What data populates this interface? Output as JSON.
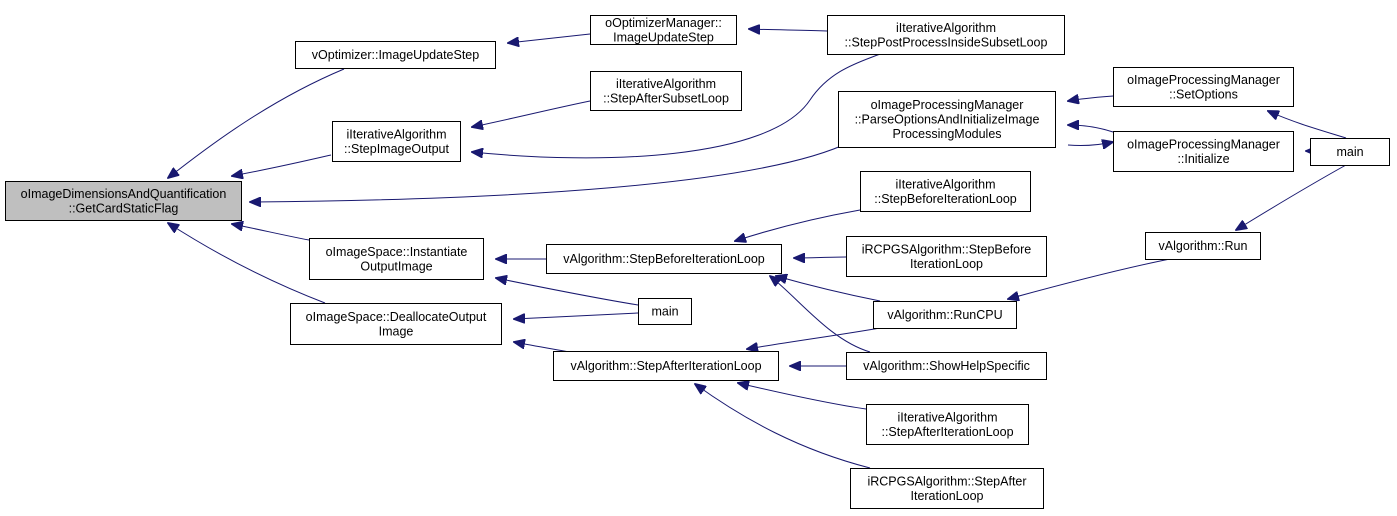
{
  "colors": {
    "edge": "#191970",
    "node_border": "#000000",
    "node_fill": "#ffffff",
    "focus_fill": "#bfbfbf"
  },
  "nodes": {
    "root": {
      "lines": [
        "oImageDimensionsAndQuantification",
        "::GetCardStaticFlag"
      ],
      "focus": true
    },
    "vopt_ius": {
      "lines": [
        "vOptimizer::ImageUpdateStep"
      ]
    },
    "oopt_ius": {
      "lines": [
        "oOptimizerManager::",
        "ImageUpdateStep"
      ]
    },
    "iter_sppisl": {
      "lines": [
        "iIterativeAlgorithm",
        "::StepPostProcessInsideSubsetLoop"
      ]
    },
    "iter_sio": {
      "lines": [
        "iIterativeAlgorithm",
        "::StepImageOutput"
      ]
    },
    "iter_sasl": {
      "lines": [
        "iIterativeAlgorithm",
        "::StepAfterSubsetLoop"
      ]
    },
    "oipm_parse": {
      "lines": [
        "oImageProcessingManager",
        "::ParseOptionsAndInitializeImage",
        "ProcessingModules"
      ]
    },
    "oipm_setopt": {
      "lines": [
        "oImageProcessingManager",
        "::SetOptions"
      ]
    },
    "oipm_init": {
      "lines": [
        "oImageProcessingManager",
        "::Initialize"
      ]
    },
    "main_right": {
      "lines": [
        "main"
      ]
    },
    "iter_sbil": {
      "lines": [
        "iIterativeAlgorithm",
        "::StepBeforeIterationLoop"
      ]
    },
    "ois_inst": {
      "lines": [
        "oImageSpace::Instantiate",
        "OutputImage"
      ]
    },
    "valg_sbil": {
      "lines": [
        "vAlgorithm::StepBeforeIterationLoop"
      ]
    },
    "ircp_sbil": {
      "lines": [
        "iRCPGSAlgorithm::StepBefore",
        "IterationLoop"
      ]
    },
    "valg_run": {
      "lines": [
        "vAlgorithm::Run"
      ]
    },
    "main_mid": {
      "lines": [
        "main"
      ]
    },
    "ois_dealloc": {
      "lines": [
        "oImageSpace::DeallocateOutput",
        "Image"
      ]
    },
    "valg_runcpu": {
      "lines": [
        "vAlgorithm::RunCPU"
      ]
    },
    "valg_sail": {
      "lines": [
        "vAlgorithm::StepAfterIterationLoop"
      ]
    },
    "valg_shs": {
      "lines": [
        "vAlgorithm::ShowHelpSpecific"
      ]
    },
    "iter_sail": {
      "lines": [
        "iIterativeAlgorithm",
        "::StepAfterIterationLoop"
      ]
    },
    "ircp_sail": {
      "lines": [
        "iRCPGSAlgorithm::StepAfter",
        "IterationLoop"
      ]
    }
  },
  "edges": [
    [
      "root",
      "vopt_ius"
    ],
    [
      "root",
      "iter_sio"
    ],
    [
      "root",
      "oipm_parse"
    ],
    [
      "root",
      "ois_inst"
    ],
    [
      "root",
      "ois_dealloc"
    ],
    [
      "vopt_ius",
      "oopt_ius"
    ],
    [
      "oopt_ius",
      "iter_sppisl"
    ],
    [
      "iter_sio",
      "iter_sasl"
    ],
    [
      "iter_sio",
      "iter_sppisl"
    ],
    [
      "oipm_parse",
      "oipm_setopt"
    ],
    [
      "oipm_parse",
      "oipm_init"
    ],
    [
      "oipm_init",
      "oipm_parse"
    ],
    [
      "oipm_setopt",
      "main_right"
    ],
    [
      "oipm_init",
      "main_right"
    ],
    [
      "valg_run",
      "main_right"
    ],
    [
      "ois_inst",
      "valg_sbil"
    ],
    [
      "ois_inst",
      "main_mid"
    ],
    [
      "ois_dealloc",
      "main_mid"
    ],
    [
      "ois_dealloc",
      "valg_sail"
    ],
    [
      "valg_sbil",
      "iter_sbil"
    ],
    [
      "valg_sbil",
      "ircp_sbil"
    ],
    [
      "valg_sbil",
      "valg_runcpu"
    ],
    [
      "valg_sbil",
      "valg_shs"
    ],
    [
      "valg_sail",
      "valg_runcpu"
    ],
    [
      "valg_sail",
      "valg_shs"
    ],
    [
      "valg_sail",
      "iter_sail"
    ],
    [
      "valg_sail",
      "ircp_sail"
    ],
    [
      "valg_runcpu",
      "valg_run"
    ]
  ]
}
